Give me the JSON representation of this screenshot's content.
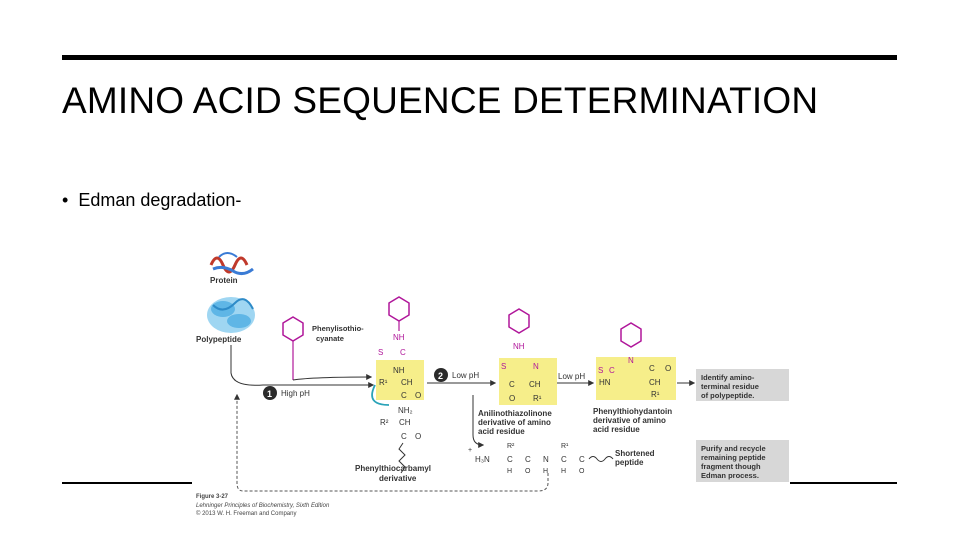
{
  "slide": {
    "title": "AMINO ACID SEQUENCE DETERMINATION",
    "bullet": "Edman degradation-",
    "bullet_marker": "•"
  },
  "figure": {
    "labels": {
      "protein": "Protein",
      "polypeptide": "Polypeptide",
      "reagent_line1": "Phenylisothio-",
      "reagent_line2": "cyanate",
      "step1_num": "1",
      "step1": "High pH",
      "step2_num": "2",
      "step2": "Low pH",
      "step3": "Low pH",
      "pt_carbamyl_line1": "Phenylthiocarbamyl",
      "pt_carbamyl_line2": "derivative",
      "anilino_line1": "Anilinothiazolinone",
      "anilino_line2": "derivative of amino",
      "anilino_line3": "acid residue",
      "pth_line1": "Phenylthiohydantoin",
      "pth_line2": "derivative of amino",
      "pth_line3": "acid residue",
      "identify_line1": "Identify amino-",
      "identify_line2": "terminal residue",
      "identify_line3": "of polypeptide.",
      "purify_line1": "Purify and recycle",
      "purify_line2": "remaining peptide",
      "purify_line3": "fragment though",
      "purify_line4": "Edman process.",
      "shortened_line1": "Shortened",
      "shortened_line2": "peptide",
      "caption_line1": "Figure 3-27",
      "caption_line2": "Lehninger Principles of Biochemistry, Sixth Edition",
      "caption_line3": "© 2013 W. H. Freeman and Company"
    },
    "chem": {
      "nh": "NH",
      "s": "S",
      "c": "C",
      "n": "N",
      "o": "O",
      "h": "H",
      "ch": "CH",
      "nh2": "NH₂",
      "r1": "R¹",
      "r2": "R²",
      "h3n": "H₃N",
      "plus": "+",
      "hn": "HN"
    },
    "colors": {
      "highlight": "#f6ee8a",
      "magenta": "#b0169a",
      "teal": "#2aa3b8",
      "note_box": "#d7d7d7",
      "step_badge": "#2b2b2b"
    }
  }
}
